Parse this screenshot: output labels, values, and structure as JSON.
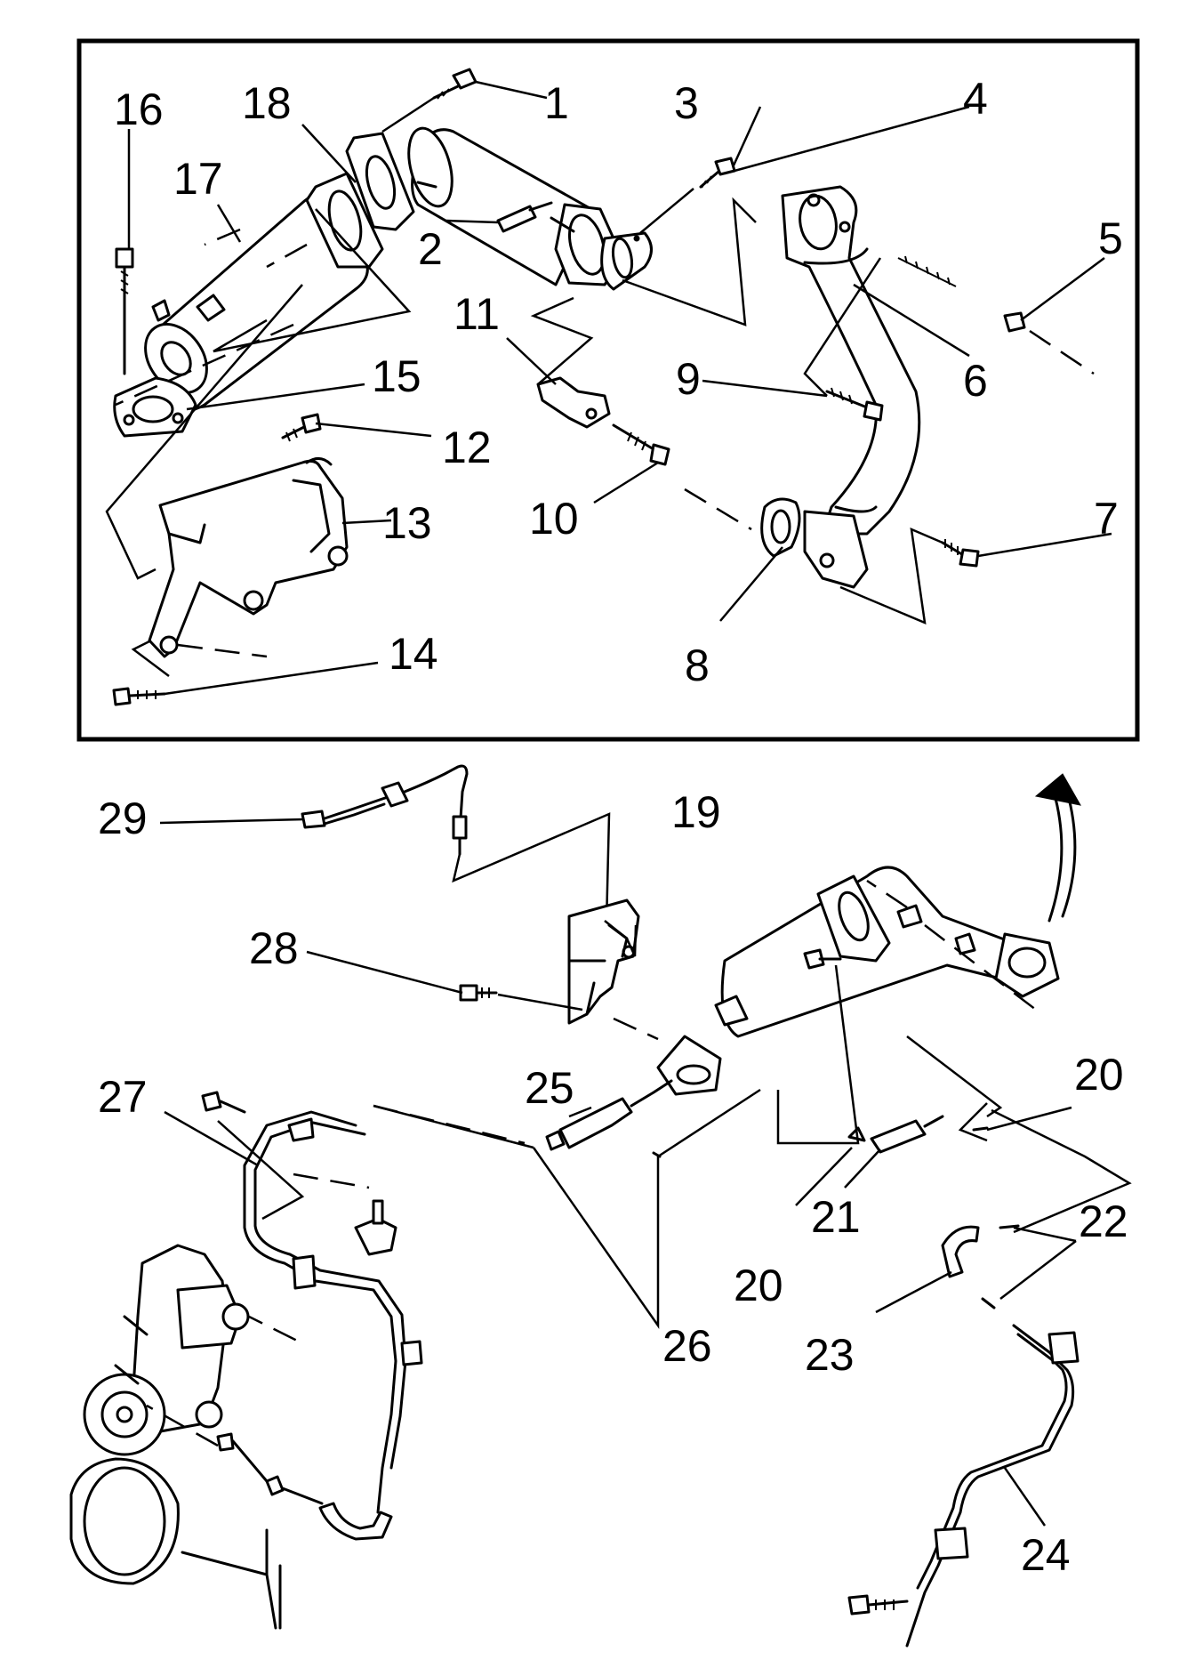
{
  "callouts": {
    "c1": "1",
    "c2": "2",
    "c3": "3",
    "c4": "4",
    "c5": "5",
    "c6": "6",
    "c7": "7",
    "c8": "8",
    "c9": "9",
    "c10": "10",
    "c11": "11",
    "c12": "12",
    "c13": "13",
    "c14": "14",
    "c15": "15",
    "c16": "16",
    "c17": "17",
    "c18": "18",
    "c19": "19",
    "c20a": "20",
    "c20b": "20",
    "c21": "21",
    "c22": "22",
    "c23": "23",
    "c24": "24",
    "c25": "25",
    "c26": "26",
    "c27": "27",
    "c28": "28",
    "c29": "29"
  },
  "icons": {
    "view_arrow": "curved-arrow-icon",
    "inset_frame": "detail-view-frame"
  }
}
